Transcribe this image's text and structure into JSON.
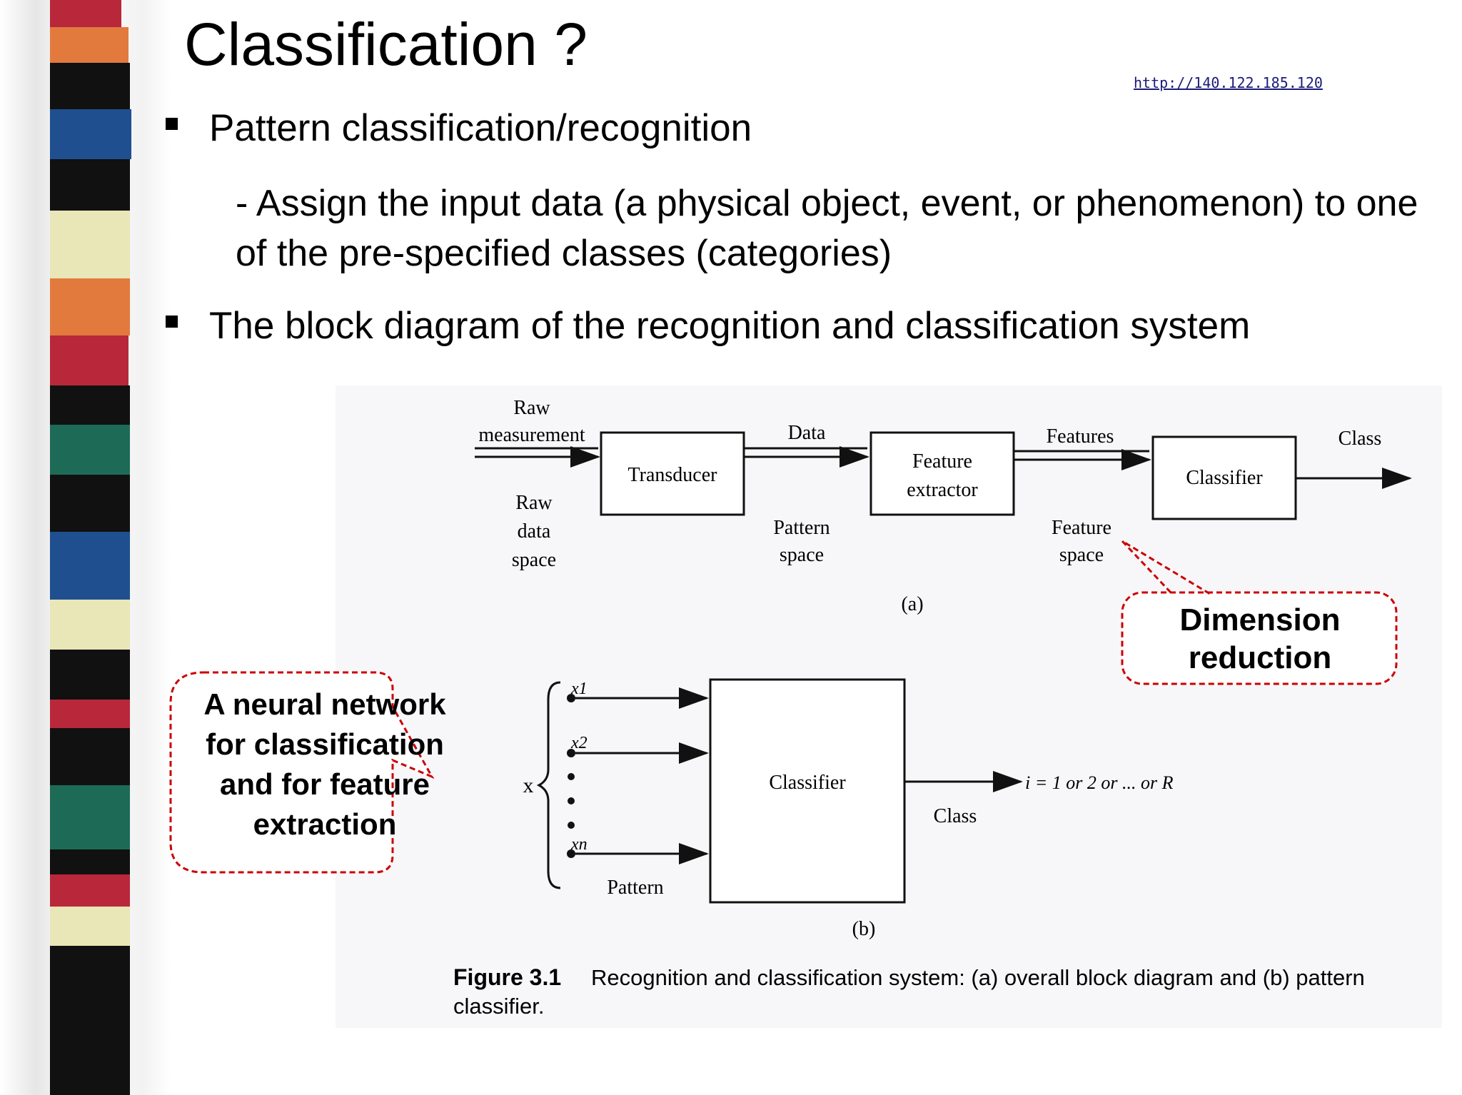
{
  "slide": {
    "title": "Classification ?",
    "source_url": "http://140.122.185.120",
    "bullets": [
      {
        "text": "Pattern classification/recognition"
      },
      {
        "text": "The block diagram of the recognition and classification system"
      }
    ],
    "sub_item": "- Assign the input data (a physical object, event, or phenomenon) to one of the pre-specified classes (categories)"
  },
  "diagram_a": {
    "raw_measurement": [
      "Raw",
      "measurement"
    ],
    "transducer": "Transducer",
    "data": "Data",
    "feature_extractor": [
      "Feature",
      "extractor"
    ],
    "features": "Features",
    "classifier": "Classifier",
    "class": "Class",
    "raw_data_space": [
      "Raw",
      "data",
      "space"
    ],
    "pattern_space": [
      "Pattern",
      "space"
    ],
    "feature_space": [
      "Feature",
      "space"
    ],
    "caption": "(a)"
  },
  "diagram_b": {
    "inputs": [
      "x1",
      "x2",
      "xn"
    ],
    "vector_label": "x",
    "classifier": "Classifier",
    "output": "i = 1 or 2 or ... or R",
    "class": "Class",
    "pattern": "Pattern",
    "caption": "(b)"
  },
  "callouts": {
    "dimension_reduction": [
      "Dimension",
      "reduction"
    ],
    "neural_network": [
      "A neural network",
      "for classification",
      "and for feature",
      "extraction"
    ]
  },
  "figure_caption": {
    "label": "Figure 3.1",
    "text": "Recognition and classification system: (a) overall block diagram and (b) pattern",
    "text2": "classifier."
  },
  "colors": {
    "accent_red": "#cc0000",
    "stripe": [
      "#b8283a",
      "#e27a3e",
      "#111111",
      "#1f4f8f",
      "#e9e6b8",
      "#1d6b57",
      "#111111"
    ]
  }
}
